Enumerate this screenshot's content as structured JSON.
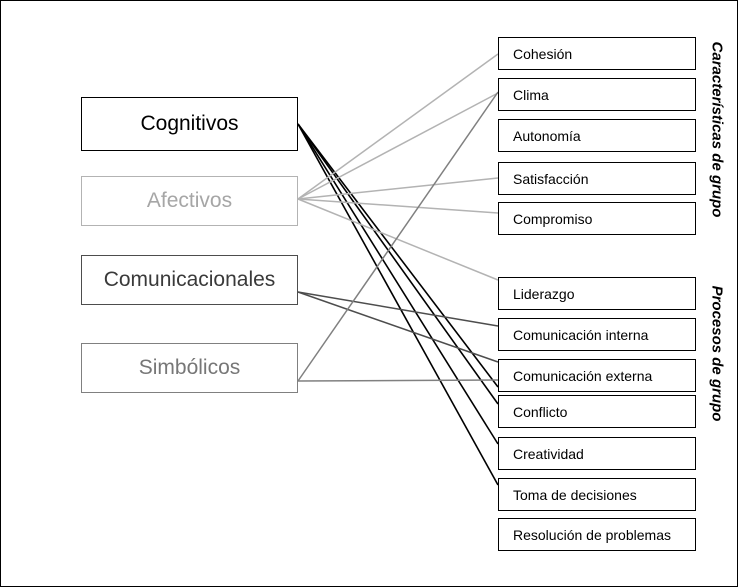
{
  "left_categories": [
    {
      "id": "cog",
      "label": "Cognitivos",
      "color": "#000000"
    },
    {
      "id": "afe",
      "label": "Afectivos",
      "color": "#b3b3b3"
    },
    {
      "id": "com",
      "label": "Comunicacionales",
      "color": "#4d4d4d"
    },
    {
      "id": "sim",
      "label": "Simbólicos",
      "color": "#808080"
    }
  ],
  "right_items": [
    "Cohesión",
    "Clima",
    "Autonomía",
    "Satisfacción",
    "Compromiso",
    "Liderazgo",
    "Comunicación interna",
    "Comunicación externa",
    "Conflicto",
    "Creatividad",
    "Toma de decisiones",
    "Resolución de problemas"
  ],
  "group_labels": {
    "caracteristicas": "Características de grupo",
    "procesos": "Procesos de grupo"
  },
  "connections": [
    {
      "from": "cog",
      "to": 8
    },
    {
      "from": "cog",
      "to": 7
    },
    {
      "from": "cog",
      "to": 9
    },
    {
      "from": "cog",
      "to": 10
    },
    {
      "from": "afe",
      "to": 0
    },
    {
      "from": "afe",
      "to": 1
    },
    {
      "from": "afe",
      "to": 3
    },
    {
      "from": "afe",
      "to": 4
    },
    {
      "from": "afe",
      "to": 5
    },
    {
      "from": "com",
      "to": 6
    },
    {
      "from": "com",
      "to": 7
    },
    {
      "from": "sim",
      "to": 1
    },
    {
      "from": "sim",
      "to": 7
    }
  ]
}
